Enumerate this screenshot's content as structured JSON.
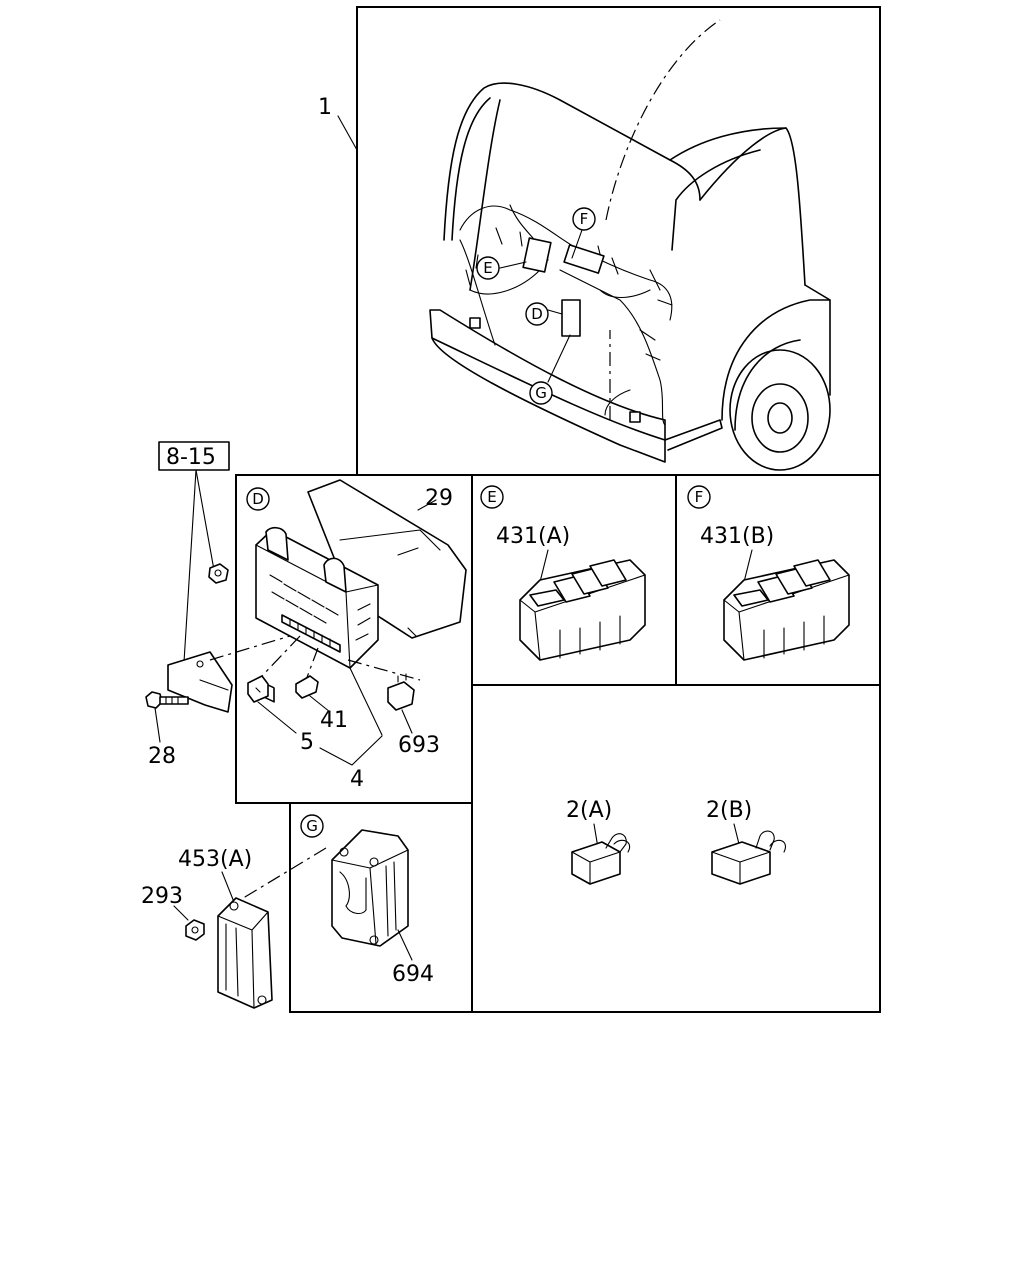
{
  "callouts": {
    "c1": "1",
    "c8_15": "8-15",
    "c29": "29",
    "c5": "5",
    "c41": "41",
    "c4": "4",
    "c693": "693",
    "c28": "28",
    "c431a": "431(A)",
    "c431b": "431(B)",
    "c453a": "453(A)",
    "c293": "293",
    "c694": "694",
    "c2a": "2(A)",
    "c2b": "2(B)"
  },
  "detail_markers": {
    "d": "D",
    "e": "E",
    "f": "F",
    "g": "G"
  }
}
